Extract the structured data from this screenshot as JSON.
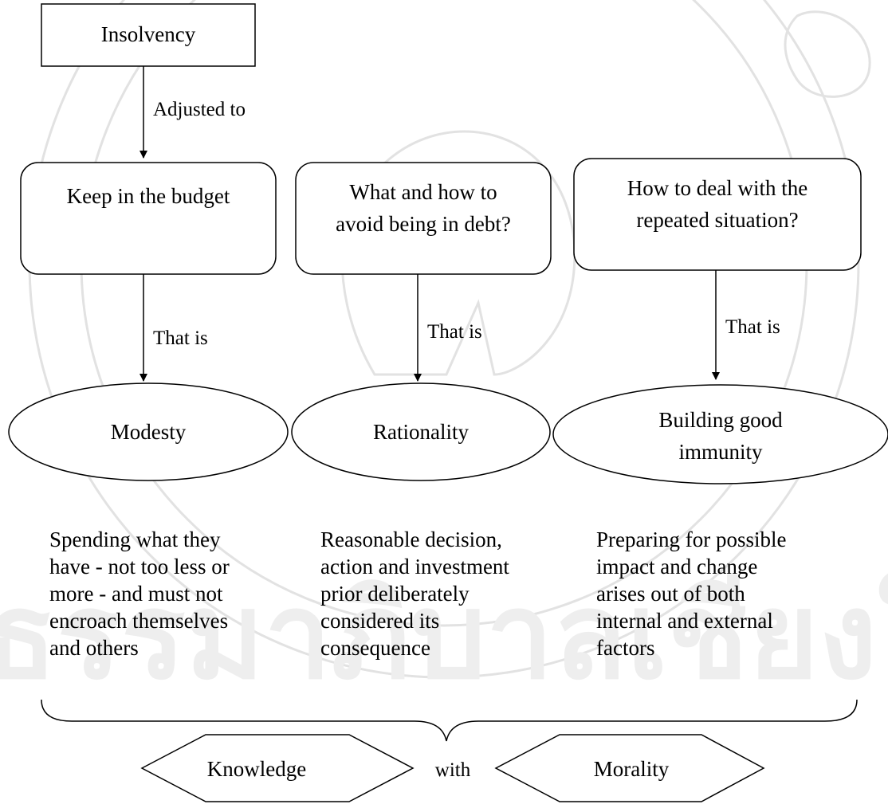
{
  "diagram": {
    "root": "Insolvency",
    "root_edge": "Adjusted to",
    "columns": [
      {
        "question": [
          "Keep in the budget"
        ],
        "edge": "That is",
        "principle": [
          "Modesty"
        ],
        "description": "Spending what they\nhave - not too less or\nmore - and must not\nencroach themselves\nand others"
      },
      {
        "question": [
          "What and how to",
          "avoid being in debt?"
        ],
        "edge": "That is",
        "principle": [
          "Rationality"
        ],
        "description": "Reasonable decision,\naction and investment\nprior deliberately\nconsidered its\nconsequence"
      },
      {
        "question": [
          "How to deal with the",
          "repeated situation?"
        ],
        "edge": "That is",
        "principle": [
          "Building good",
          "immunity"
        ],
        "description": "Preparing for possible\nimpact and change\narises out of both\ninternal and external\nfactors"
      }
    ],
    "conditions": {
      "left": "Knowledge",
      "connector": "with",
      "right": "Morality"
    }
  },
  "colors": {
    "stroke": "#000000",
    "watermark": "#d9d9d9"
  }
}
